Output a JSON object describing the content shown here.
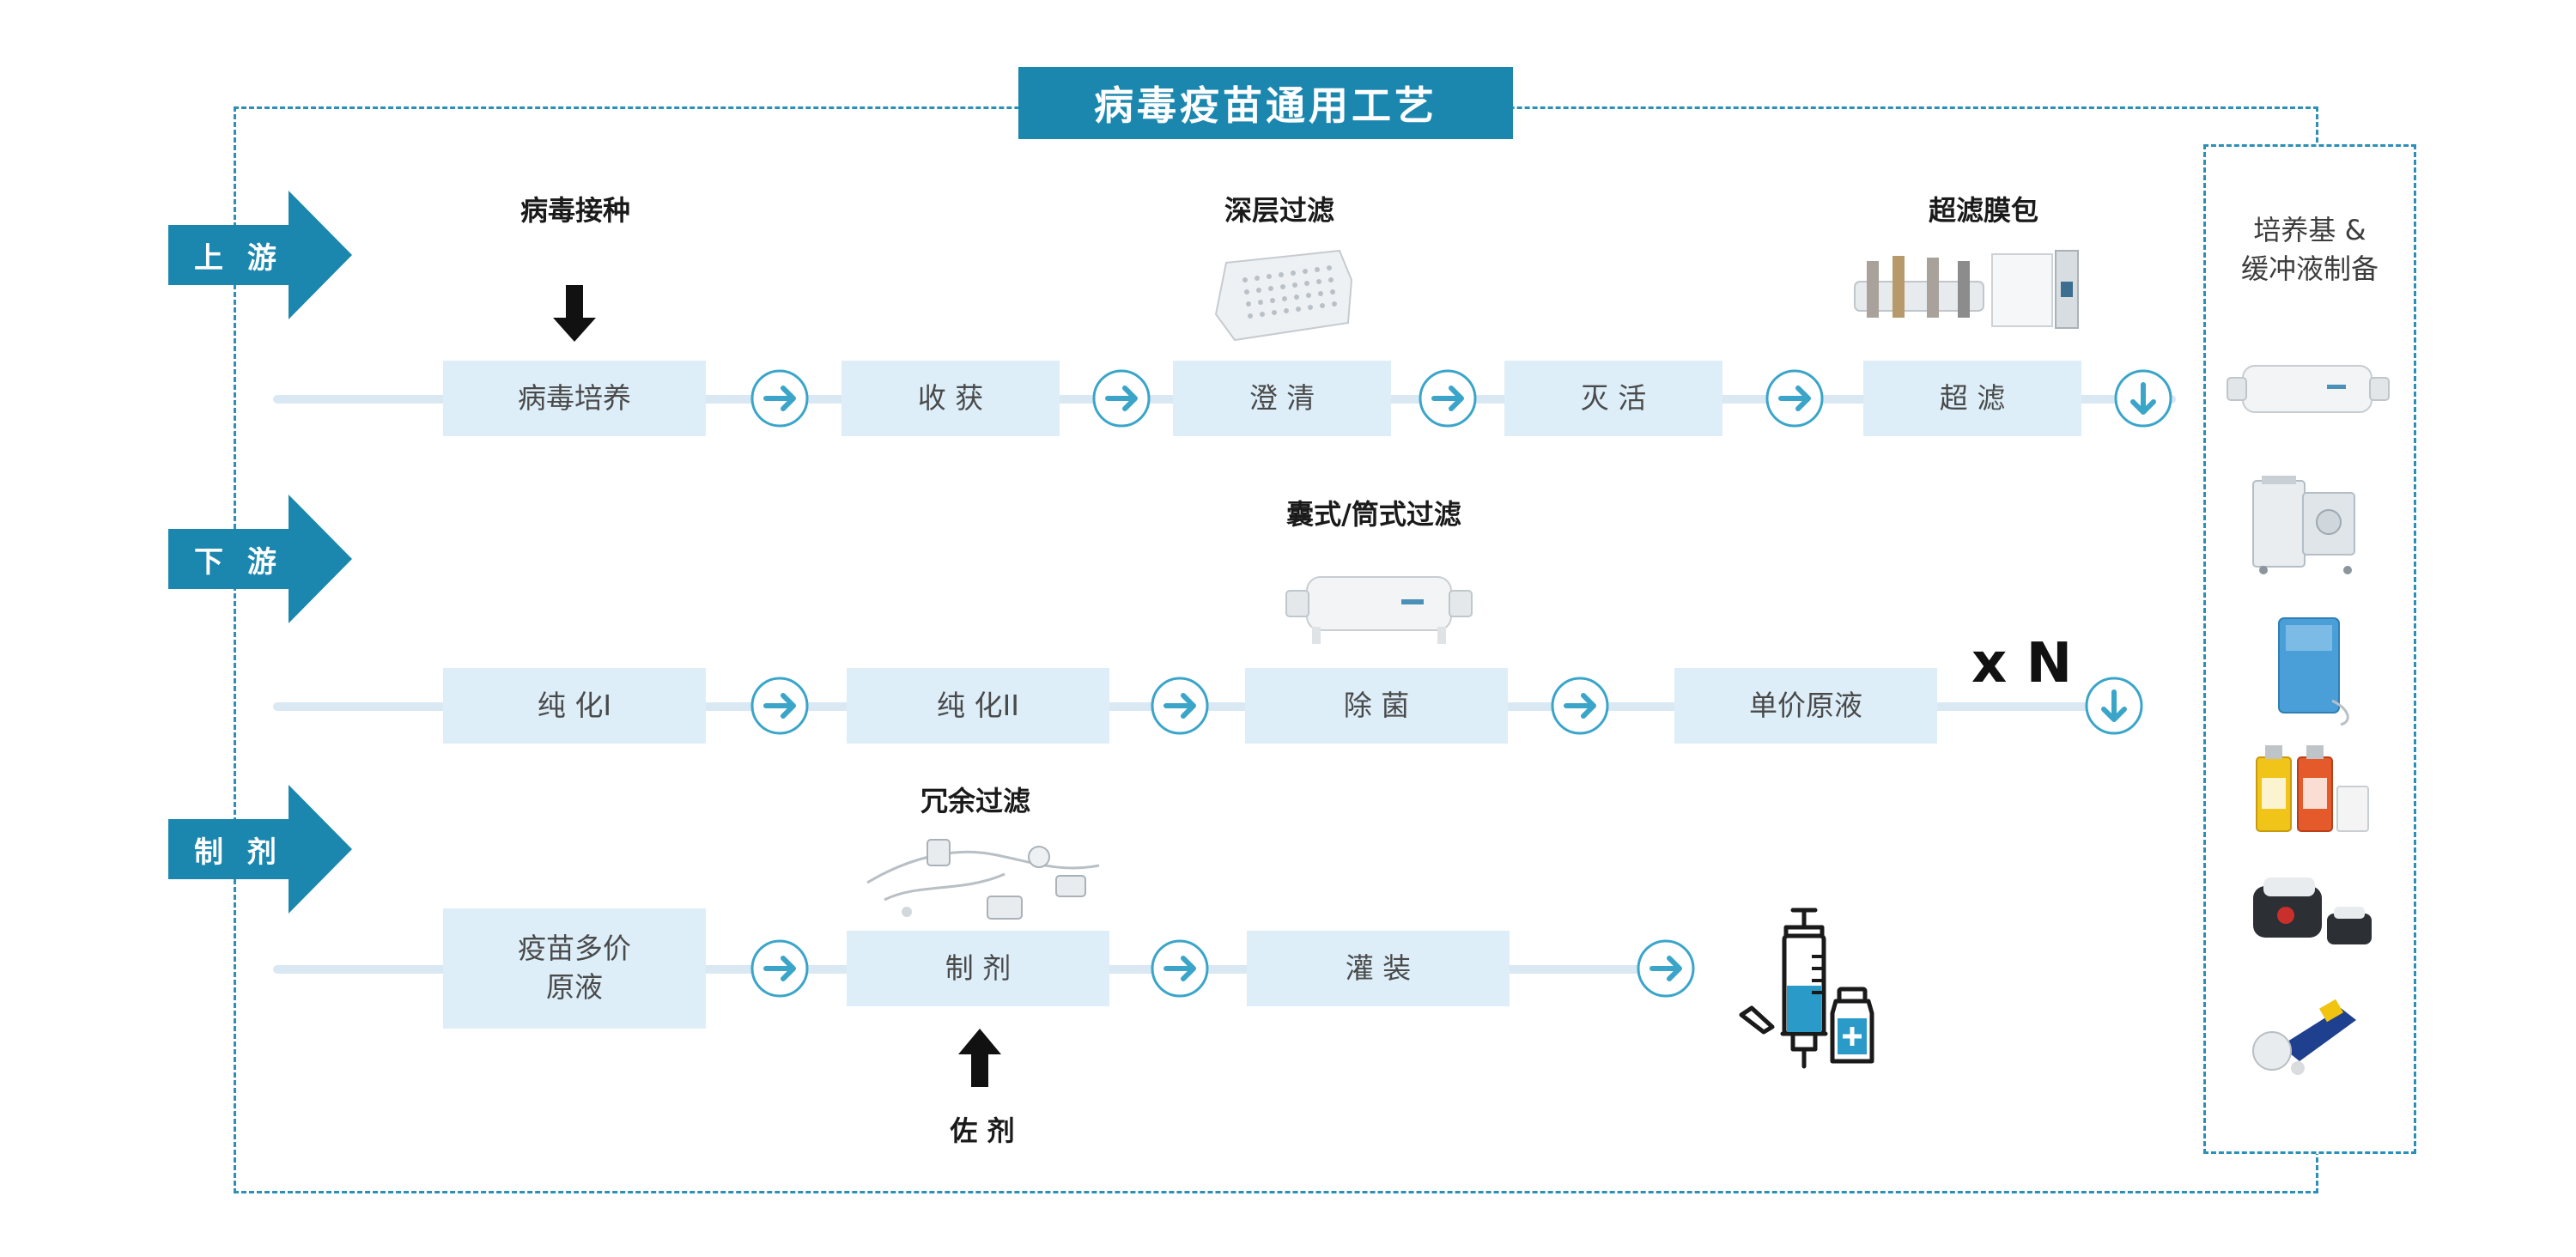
{
  "title": "病毒疫苗通用工艺",
  "stages": {
    "upstream": "上 游",
    "downstream": "下 游",
    "formulation": "制 剂"
  },
  "upstream": {
    "steps": [
      "病毒培养",
      "收 获",
      "澄 清",
      "灭 活",
      "超 滤"
    ],
    "labels": {
      "inoculation": "病毒接种",
      "depth_filtration": "深层过滤",
      "uf_cassette": "超滤膜包"
    }
  },
  "downstream": {
    "steps": [
      "纯 化I",
      "纯 化II",
      "除 菌",
      "单价原液"
    ],
    "labels": {
      "capsule_filtration": "囊式/筒式过滤"
    },
    "multiplier": "x N"
  },
  "formulation": {
    "steps": [
      "疫苗多价\n原液",
      "制 剂",
      "灌 装"
    ],
    "labels": {
      "redundant_filtration": "冗余过滤",
      "adjuvant": "佐 剂"
    }
  },
  "sidebar": {
    "title": "培养基 &\n缓冲液制备"
  },
  "colors": {
    "accent": "#1b87ae",
    "step_fill": "#ddeef9",
    "line": "#d9e8f2",
    "dash": "#2b8fb8",
    "circle_arrow": "#3aa5c9"
  }
}
